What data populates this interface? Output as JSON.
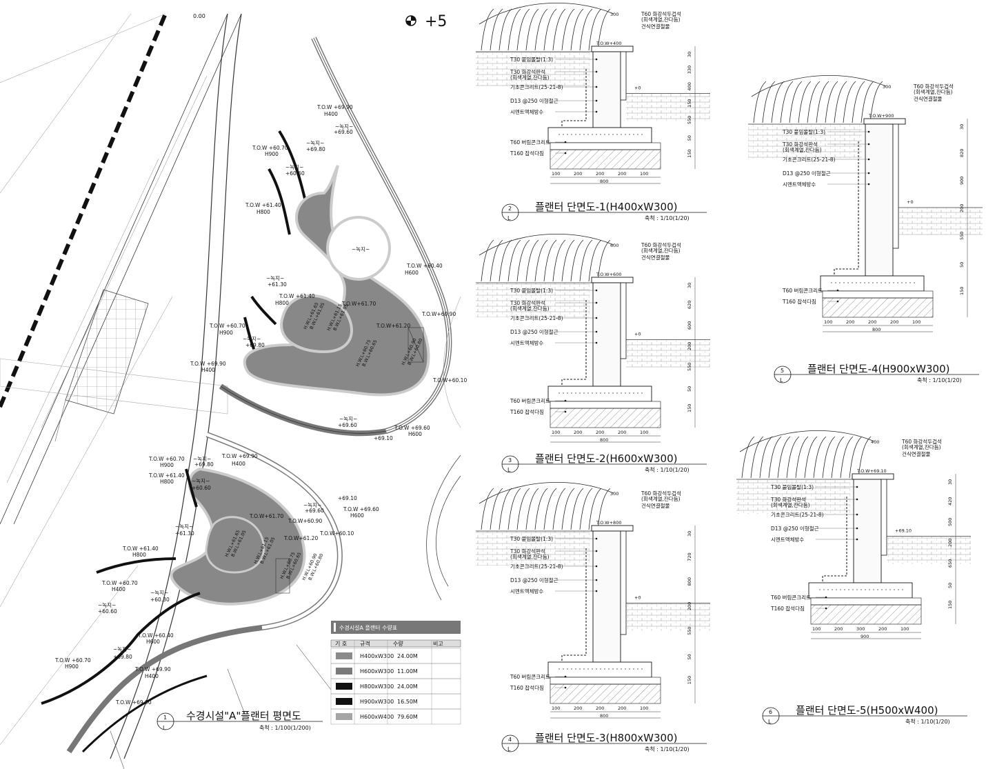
{
  "plan": {
    "title": "수경시설\"A\"플랜터 평면도",
    "scale": "축척 : 1/100(1/200)",
    "number": "1",
    "sheet_ref": "L",
    "top_mark": "+5",
    "top_left_mark": "0.00",
    "pond_label": "~녹지~",
    "labels_upper": [
      {
        "t": "T.O.W +69.90"
      },
      {
        "t": "H400"
      },
      {
        "t": "~녹지~"
      },
      {
        "t": "+69.60"
      },
      {
        "t": "T.O.W +60.70"
      },
      {
        "t": "H900"
      },
      {
        "t": "~녹지~"
      },
      {
        "t": "+69.80"
      },
      {
        "t": "~녹지~"
      },
      {
        "t": "+60.60"
      },
      {
        "t": "T.O.W +61.40"
      },
      {
        "t": "H800"
      },
      {
        "t": "~녹지~"
      },
      {
        "t": "+61.30"
      },
      {
        "t": "T.O.W +61.40"
      },
      {
        "t": "H800"
      },
      {
        "t": "T.O.W+61.70"
      },
      {
        "t": "T.O.W +60.40"
      },
      {
        "t": "H600"
      },
      {
        "t": "T.O.W+60.90"
      },
      {
        "t": "T.O.W+61.20"
      },
      {
        "t": "T.O.W +60.70"
      },
      {
        "t": "H900"
      },
      {
        "t": "~녹지~"
      },
      {
        "t": "+69.80"
      },
      {
        "t": "T.O.W +69.90"
      },
      {
        "t": "H400"
      },
      {
        "t": "T.O.W+60.10"
      },
      {
        "t": "~녹지~"
      },
      {
        "t": "+69.60"
      },
      {
        "t": "T.O.W +69.60"
      },
      {
        "t": "H600"
      },
      {
        "t": "+69.10"
      }
    ],
    "labels_lower": [
      {
        "t": "T.O.W +60.70"
      },
      {
        "t": "H900"
      },
      {
        "t": "~녹지~"
      },
      {
        "t": "+69.80"
      },
      {
        "t": "T.O.W +69.90"
      },
      {
        "t": "H400"
      },
      {
        "t": "T.O.W +61.40"
      },
      {
        "t": "H800"
      },
      {
        "t": "~녹지~"
      },
      {
        "t": "+60.60"
      },
      {
        "t": "+69.10"
      },
      {
        "t": "~녹지~"
      },
      {
        "t": "+69.60"
      },
      {
        "t": "T.O.W +69.60"
      },
      {
        "t": "H600"
      },
      {
        "t": "T.O.W+61.70"
      },
      {
        "t": "T.O.W+60.90"
      },
      {
        "t": "T.O.W+60.10"
      },
      {
        "t": "~녹지~"
      },
      {
        "t": "+61.30"
      },
      {
        "t": "T.O.W+61.20"
      },
      {
        "t": "T.O.W +61.40"
      },
      {
        "t": "H800"
      },
      {
        "t": "T.O.W +60.70"
      },
      {
        "t": "H400"
      },
      {
        "t": "~녹지~"
      },
      {
        "t": "+60.30"
      },
      {
        "t": "~녹지~"
      },
      {
        "t": "+60.60"
      },
      {
        "t": "T.O.W +60.40"
      },
      {
        "t": "H600"
      },
      {
        "t": "~녹지~"
      },
      {
        "t": "+69.80"
      },
      {
        "t": "T.O.W +60.70"
      },
      {
        "t": "H900"
      },
      {
        "t": "T.O.W +69.90"
      },
      {
        "t": "H400"
      },
      {
        "t": "T.O.W +69.90"
      }
    ],
    "pond_levels_upper": [
      "H.W.L+61.65",
      "B.W.L+61.05",
      "H.W.L+61.15",
      "B.W.L+61.05",
      "H.W.L+60.75",
      "B.W.L+60.65",
      "H.W.L+60.90",
      "B.W.L+60.80"
    ],
    "pond_levels_lower": [
      "H.W.L+61.65",
      "B.W.L+61.05",
      "H.W.L+61.15",
      "B.W.L+61.05",
      "H.W.L+60.75",
      "B.W.L+60.65",
      "H.W.L+60.90",
      "B.W.L+60.80"
    ]
  },
  "quantity_table": {
    "title": "수경시설A 플랜터 수량표",
    "headers": [
      "기 호",
      "규격",
      "수량",
      "비고"
    ],
    "rows": [
      {
        "symbol_color": "#8a8a8a",
        "spec": "H400xW300",
        "qty": "24.00M",
        "note": ""
      },
      {
        "symbol_color": "#7a7a7a",
        "spec": "H600xW300",
        "qty": "11.00M",
        "note": ""
      },
      {
        "symbol_color": "#111111",
        "spec": "H800xW300",
        "qty": "24.00M",
        "note": ""
      },
      {
        "symbol_color": "#111111",
        "spec": "H900xW300",
        "qty": "16.50M",
        "note": ""
      },
      {
        "symbol_color": "#a5a5a5",
        "spec": "H600xW400",
        "qty": "79.60M",
        "note": ""
      }
    ]
  },
  "sections": [
    {
      "number": "2",
      "sheet_ref": "L",
      "title": "플랜터 단면도-1(H400xW300)",
      "scale": "축척 : 1/10(1/20)",
      "tow": "T.O.W+400",
      "cap_w": "300",
      "labels": [
        "T60 화강석두겁석",
        "(회색계열,잔다듬)",
        "건식연결철물",
        "T30 붙임몰탈(1:3)",
        "T30 화강석판석",
        "(회색계열,잔다듬)",
        "기초콘크리트(25-21-8)",
        "D13 @250 이형철근",
        "시멘트액체방수",
        "T60 버림콘크리트",
        "T160 잡석다짐"
      ],
      "level": "+0",
      "dims_v": [
        "30",
        "330",
        "400",
        "150",
        "550",
        "50",
        "150"
      ],
      "dims_h": [
        "100",
        "200",
        "200",
        "200",
        "100"
      ],
      "dim_total": "800"
    },
    {
      "number": "3",
      "sheet_ref": "L",
      "title": "플랜터 단면도-2(H600xW300)",
      "scale": "축척 : 1/10(1/20)",
      "tow": "T.O.W+600",
      "cap_w": "600",
      "labels": [
        "T60 화강석두겁석",
        "(회색계열,잔다듬)",
        "건식연결철물",
        "T30 붙임몰탈(1:3)",
        "T30 화강석판석",
        "(회색계열,잔다듬)",
        "기초콘크리트(25-21-8)",
        "D13 @250 이형철근",
        "시멘트액체방수",
        "T60 버림콘크리트",
        "T160 잡석다짐"
      ],
      "level": "+0",
      "dims_v": [
        "30",
        "620",
        "600",
        "200",
        "550",
        "50",
        "150"
      ],
      "dims_h": [
        "100",
        "200",
        "200",
        "200",
        "100"
      ],
      "dim_total": "800"
    },
    {
      "number": "4",
      "sheet_ref": "L",
      "title": "플랜터 단면도-3(H800xW300)",
      "scale": "축척 : 1/10(1/20)",
      "tow": "T.O.W+800",
      "cap_w": "300",
      "labels": [
        "T60 화강석두겁석",
        "(회색계열,잔다듬)",
        "건식연결철물",
        "T30 붙임몰탈(1:3)",
        "T30 화강석판석",
        "(회색계열,잔다듬)",
        "기초콘크리트(25-21-8)",
        "D13 @250 이형철근",
        "시멘트액체방수",
        "T60 버림콘크리트",
        "T160 잡석다짐"
      ],
      "level": "+0",
      "dims_v": [
        "30",
        "720",
        "800",
        "200",
        "550",
        "50",
        "150"
      ],
      "dims_h": [
        "100",
        "200",
        "200",
        "200",
        "100"
      ],
      "dim_total": "800"
    },
    {
      "number": "5",
      "sheet_ref": "L",
      "title": "플랜터 단면도-4(H900xW300)",
      "scale": "축척 : 1/10(1/20)",
      "tow": "T.O.W+900",
      "cap_w": "300",
      "labels": [
        "T60 화강석두겁석",
        "(회색계열,잔다듬)",
        "건식연결철물",
        "T30 붙임몰탈(1:3)",
        "T30 화강석판석",
        "(회색계열,잔다듬)",
        "기초콘크리트(25-21-8)",
        "D13 @250 이형철근",
        "시멘트액체방수",
        "T60 버림콘크리트",
        "T160 잡석다짐"
      ],
      "level": "+0",
      "dims_v": [
        "30",
        "820",
        "900",
        "200",
        "550",
        "50",
        "150"
      ],
      "dims_h": [
        "100",
        "200",
        "200",
        "200",
        "100"
      ],
      "dim_total": "800"
    },
    {
      "number": "6",
      "sheet_ref": "L",
      "title": "플랜터 단면도-5(H500xW400)",
      "scale": "축척 : 1/10(1/20)",
      "tow": "T.O.W+69.10",
      "cap_w": "400",
      "labels": [
        "T60 화강석두겁석",
        "(회색계열,잔다듬)",
        "건식연결철물",
        "T30 붙임몰탈(1:3)",
        "T30 화강석판석",
        "(회색계열,잔다듬)",
        "기초콘크리트(25-21-8)",
        "D13 @250 이형철근",
        "시멘트액체방수",
        "T60 버림콘크리트",
        "T160 잡석다짐"
      ],
      "level": "+69.10",
      "dims_v": [
        "30",
        "420",
        "500",
        "200",
        "650",
        "50",
        "150"
      ],
      "dims_h": [
        "100",
        "200",
        "300",
        "200",
        "100"
      ],
      "dim_total": "900"
    }
  ]
}
